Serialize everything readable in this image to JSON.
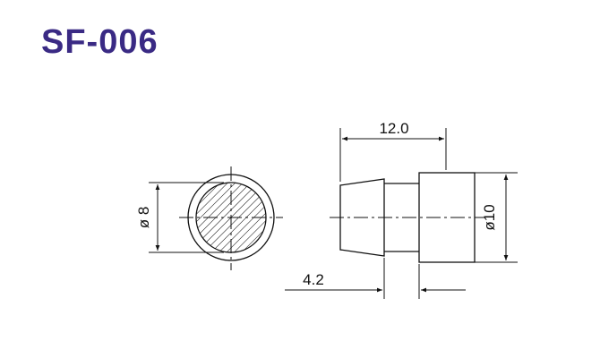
{
  "title": "SF-006",
  "dimensions": {
    "overall_length": "12.0",
    "offset_length": "4.2",
    "front_diameter": "ø 8",
    "body_diameter": "ø10"
  },
  "colors": {
    "title": "#3a2a84",
    "line": "#111111"
  }
}
